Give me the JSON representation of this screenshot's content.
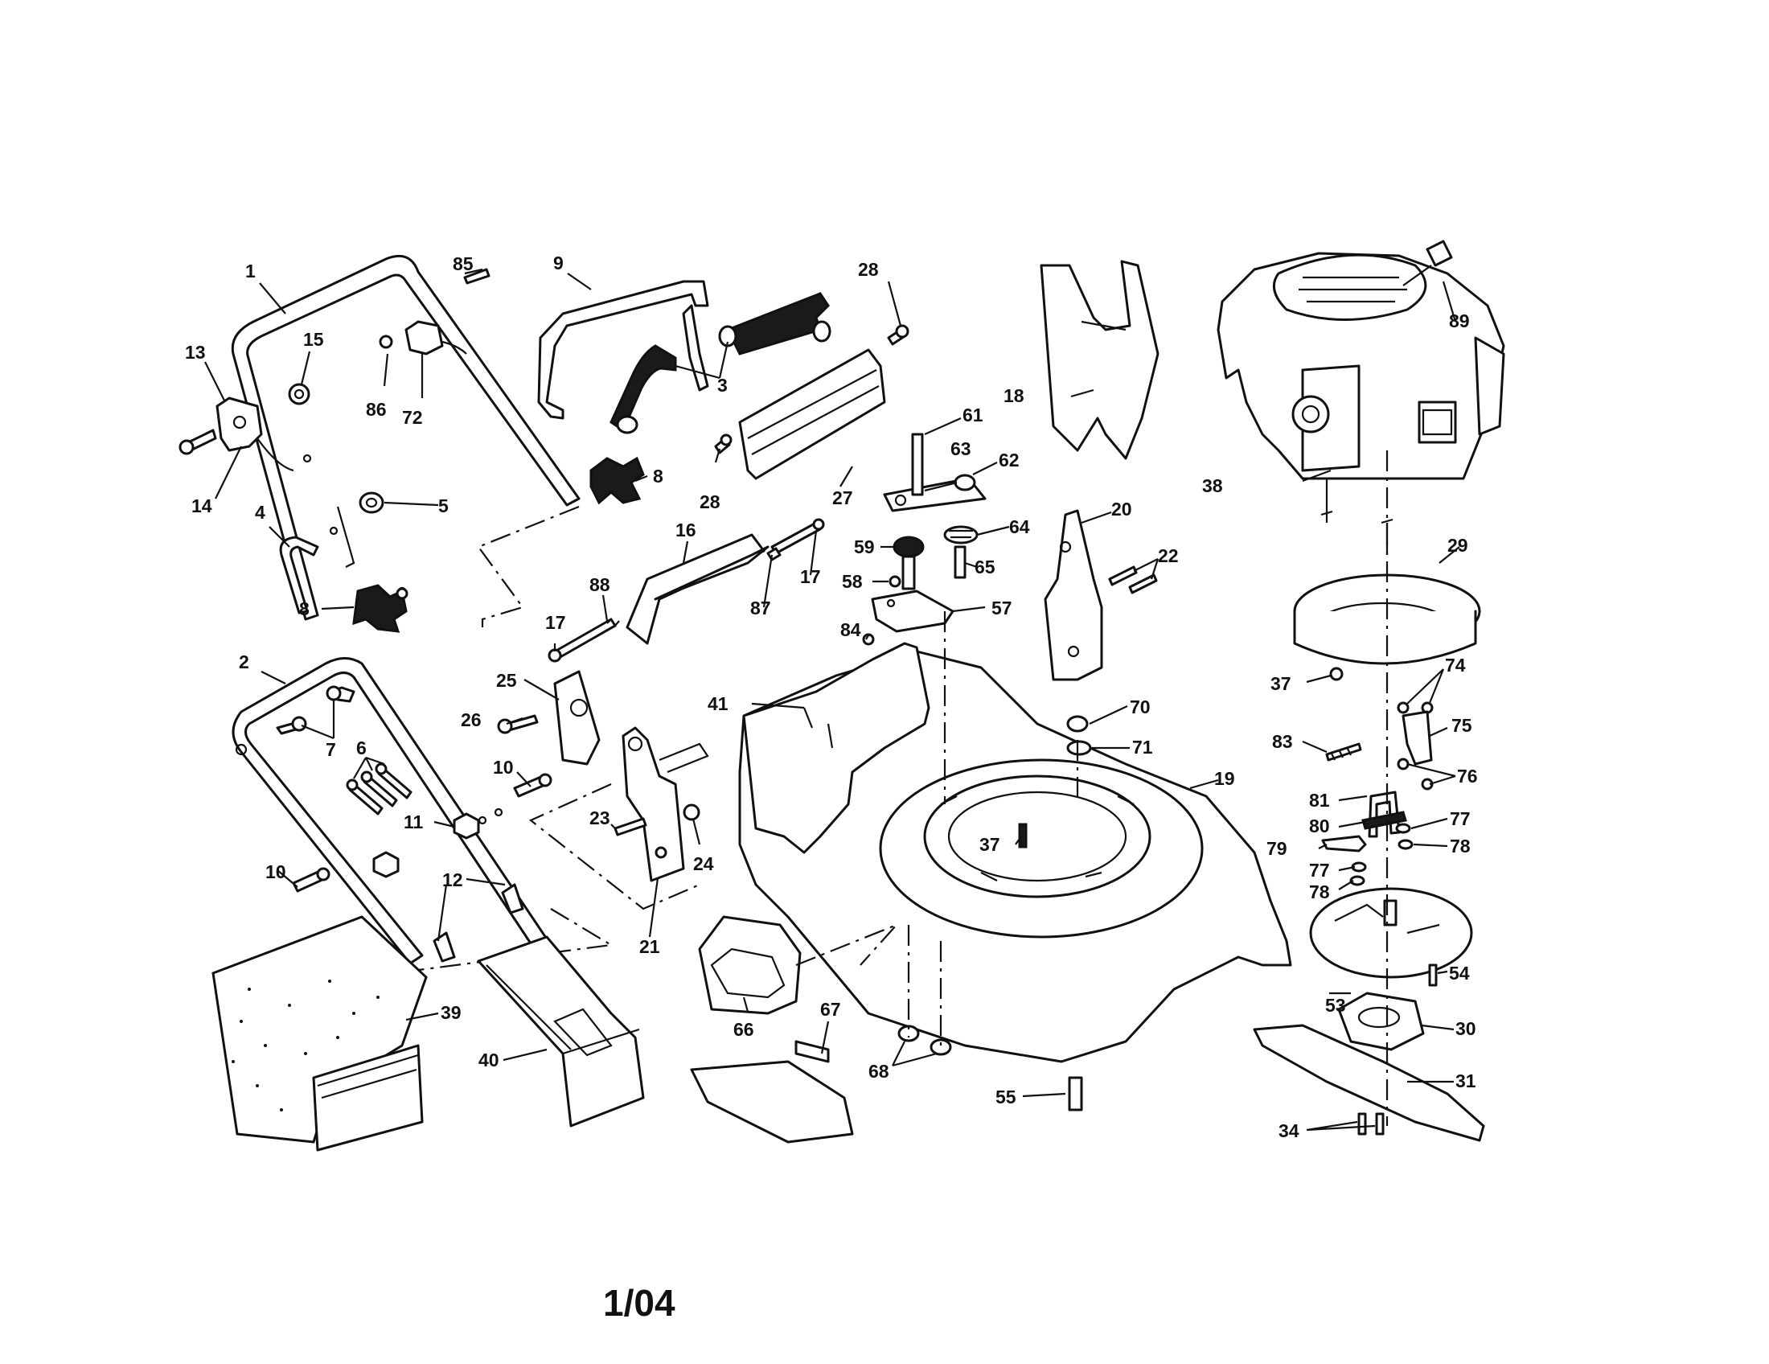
{
  "diagram": {
    "footer_code": "1/04",
    "callouts": {
      "c1": "1",
      "c85": "85",
      "c9": "9",
      "c28a": "28",
      "c18": "18",
      "c89": "89",
      "c13": "13",
      "c15": "15",
      "c86": "86",
      "c72": "72",
      "c3": "3",
      "c38": "38",
      "c14": "14",
      "c8a": "8",
      "c28b": "28",
      "c27": "27",
      "c61": "61",
      "c63": "63",
      "c62": "62",
      "c4": "4",
      "c5": "5",
      "c59": "59",
      "c64": "64",
      "c20": "20",
      "c29": "29",
      "c16": "16",
      "c17a": "17",
      "c58": "58",
      "c65": "65",
      "c22": "22",
      "c8b": "8",
      "c88": "88",
      "c87": "87",
      "c57": "57",
      "c17b": "17",
      "c84": "84",
      "c37a": "37",
      "c74": "74",
      "c2": "2",
      "c25": "25",
      "c41": "41",
      "c70": "70",
      "c26": "26",
      "c75": "75",
      "c83": "83",
      "c6": "6",
      "c7": "7",
      "c71": "71",
      "c10a": "10",
      "c19": "19",
      "c76": "76",
      "c81": "81",
      "c23": "23",
      "c11": "11",
      "c37b": "37",
      "c80": "80",
      "c77a": "77",
      "c24": "24",
      "c79": "79",
      "c78a": "78",
      "c10b": "10",
      "c12": "12",
      "c77b": "77",
      "c78b": "78",
      "c21": "21",
      "c54": "54",
      "c39": "39",
      "c66": "66",
      "c53": "53",
      "c30": "30",
      "c67": "67",
      "c40": "40",
      "c68": "68",
      "c31": "31",
      "c55": "55",
      "c34": "34"
    }
  }
}
